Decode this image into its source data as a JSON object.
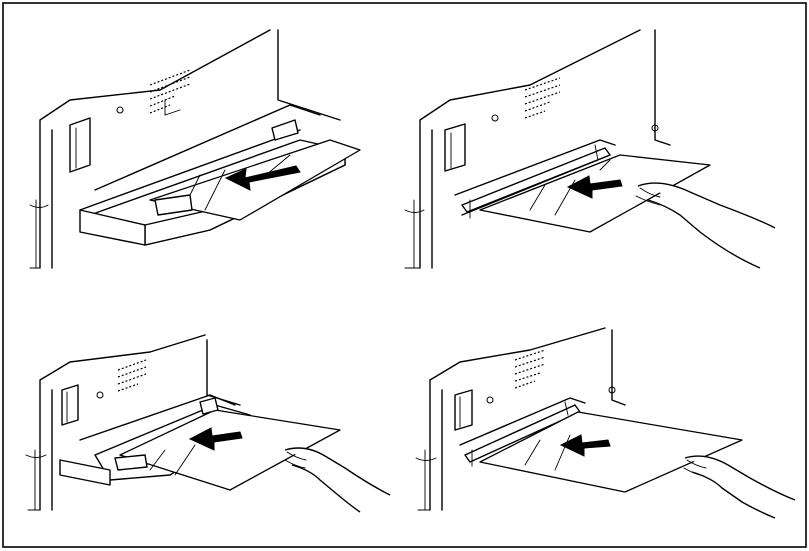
{
  "figure": {
    "panels": [
      {
        "id": "top-left",
        "icon": "paper-feed-tray-arrow-icon"
      },
      {
        "id": "top-right",
        "icon": "paper-feed-hand-insert-icon"
      },
      {
        "id": "bottom-left",
        "icon": "paper-feed-tray-hand-icon"
      },
      {
        "id": "bottom-right",
        "icon": "paper-feed-slot-hand-icon"
      }
    ],
    "colors": {
      "line": "#000000",
      "background": "#ffffff"
    }
  }
}
